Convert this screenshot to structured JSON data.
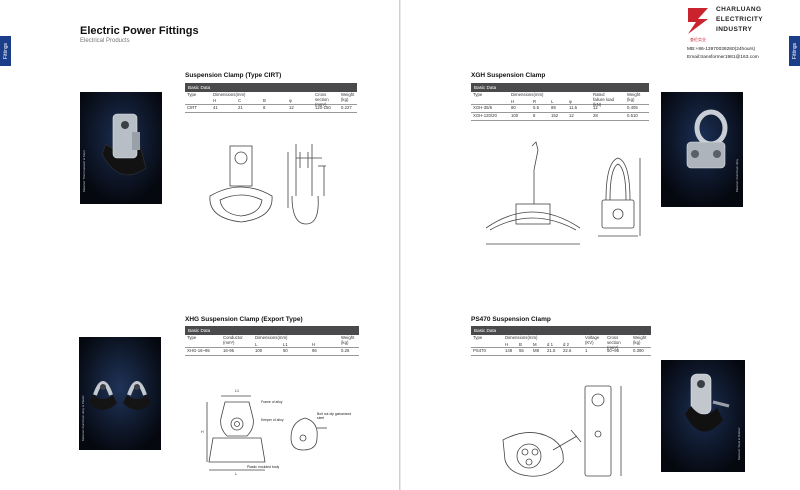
{
  "left": {
    "tab_label": "Fittings",
    "title": "Electric Power Fittings",
    "subtitle": "Electrical Products",
    "cirt": {
      "title": "Suspension Clamp (Type CIRT)",
      "bar": "Basic Data",
      "col_type": "Type",
      "col_dims": "Dimensions(mm)",
      "col_section": "Cross section (mm²)",
      "col_weight": "Weight (kg)",
      "sub_h": "H",
      "sub_c": "C",
      "sub_b": "B",
      "sub_phi": "φ",
      "row": {
        "type": "CIRT",
        "h": "41",
        "c": "21",
        "b": "8",
        "phi": "12",
        "section": "120-150",
        "weight": "0.227"
      },
      "photo_caption": "Material: Thermoplastic & Steel"
    },
    "xhg": {
      "title": "XHG Suspension Clamp (Export Type)",
      "bar": "Basic Data",
      "col_type": "Type",
      "col_conductor": "Conductor (mm²)",
      "col_dims": "Dimensions(mm)",
      "col_weight": "Weight (kg)",
      "sub_l": "L",
      "sub_l1": "L1",
      "sub_h": "H",
      "row": {
        "type": "XHG-16~95",
        "conductor": "16-95",
        "l": "100",
        "l1": "50",
        "h": "96",
        "weight": "0.26"
      },
      "photo_caption": "Material: Aluminium alloy & Plastic",
      "drawing_labels": {
        "l1": "L1",
        "l": "L",
        "h": "H",
        "frame": "Frame of alloy",
        "keeper": "Keeper of alloy",
        "bolt": "Bolt nut dip galvanized steel",
        "plastic": "Plastic moulded body"
      }
    }
  },
  "right": {
    "tab_label": "Fittings",
    "brand_lines": [
      "CHARLUANG",
      "ELECTRICITY",
      "INDUSTRY"
    ],
    "brand_cn": "查伦实业",
    "contact_mb": "MB:+86-13970039280(24hours)",
    "contact_email": "Email:transformer1981@163.com",
    "brand_color": "#c9242d",
    "xgh": {
      "title": "XGH Suspension Clamp",
      "bar": "Basic Data",
      "col_type": "Type",
      "col_dims": "Dimensions(mm)",
      "col_load": "Rated failure load (kN)",
      "col_weight": "Weight (kg)",
      "sub_h": "H",
      "sub_r": "R",
      "sub_l": "L",
      "sub_phi": "φ",
      "rows": [
        {
          "type": "XGH-35/6",
          "h": "80",
          "r": "5.5",
          "l": "89",
          "phi": "11.5",
          "load": "12",
          "weight": "0.405"
        },
        {
          "type": "XGH-120/20",
          "h": "100",
          "r": "8",
          "l": "152",
          "phi": "12",
          "load": "28",
          "weight": "0.510"
        }
      ],
      "photo_caption": "Material: Aluminium alloy"
    },
    "ps470": {
      "title": "PS470 Suspension Clamp",
      "bar": "Basic Data",
      "col_type": "Type",
      "col_dims": "Dimensions(mm)",
      "col_voltage": "Voltage (KV)",
      "col_section": "Cross section (mm²)",
      "col_weight": "Weight (kg)",
      "sub_h": "H",
      "sub_b": "B",
      "sub_m": "M",
      "sub_d1": "d 1",
      "sub_d2": "d 2",
      "row": {
        "type": "PS470",
        "h": "148",
        "b": "55",
        "m": "M8",
        "d1": "21.5",
        "d2": "22.6",
        "voltage": "1",
        "section": "50~95",
        "weight": "0.390"
      },
      "photo_caption": "Material: Steel & Rubber"
    }
  }
}
